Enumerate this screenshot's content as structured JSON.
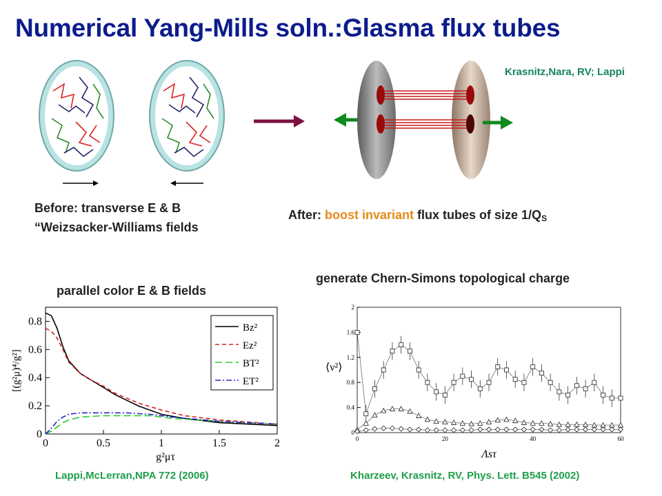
{
  "slide": {
    "title": "Numerical Yang-Mills soln.:Glasma flux tubes",
    "credit": "Krasnitz,Nara, RV; Lappi",
    "before_line1": "Before: transverse E & B",
    "before_line2": "“Weizsacker-Williams fields",
    "after_prefix": "After: ",
    "after_highlight": "boost invariant",
    "after_suffix": " flux tubes of size 1/Q",
    "after_subscript": "S",
    "left_plot_title": "parallel color E & B fields",
    "right_plot_title": "generate Chern-Simons topological charge",
    "left_ref": "Lappi,McLerran,NPA 772 (2006)",
    "right_ref": "Kharzeev, Krasnitz, RV, Phys. Lett. B545 (2002)"
  },
  "colors": {
    "title": "#0d1c8c",
    "credit": "#17835f",
    "highlight": "#e48a1c",
    "ref": "#1e9e4a",
    "arrow_main": "#7a1040",
    "arrow_boost": "#0e8a1e"
  },
  "chart_data": [
    {
      "type": "line",
      "title": "",
      "xlabel": "g²μτ",
      "ylabel": "[(g²μ)⁴/g²]",
      "xlim": [
        0,
        2
      ],
      "ylim": [
        0,
        0.9
      ],
      "x_ticks": [
        "0",
        "0.5",
        "1",
        "1.5",
        "2"
      ],
      "y_ticks": [
        "0",
        "0.2",
        "0.4",
        "0.6",
        "0.8"
      ],
      "legend_position": "top-right",
      "series": [
        {
          "name": "Bz²",
          "color": "#000000",
          "dash": "",
          "x": [
            0,
            0.05,
            0.1,
            0.15,
            0.2,
            0.3,
            0.4,
            0.5,
            0.6,
            0.8,
            1.0,
            1.2,
            1.5,
            2.0
          ],
          "y": [
            0.86,
            0.84,
            0.75,
            0.62,
            0.52,
            0.43,
            0.38,
            0.33,
            0.28,
            0.2,
            0.14,
            0.11,
            0.08,
            0.06
          ]
        },
        {
          "name": "Ez²",
          "color": "#d22020",
          "dash": "6,4",
          "x": [
            0,
            0.05,
            0.1,
            0.15,
            0.2,
            0.3,
            0.4,
            0.5,
            0.6,
            0.8,
            1.0,
            1.2,
            1.5,
            2.0
          ],
          "y": [
            0.75,
            0.73,
            0.68,
            0.6,
            0.51,
            0.43,
            0.38,
            0.34,
            0.29,
            0.22,
            0.17,
            0.13,
            0.1,
            0.07
          ]
        },
        {
          "name": "BT²",
          "color": "#2ecc2e",
          "dash": "10,5",
          "x": [
            0,
            0.05,
            0.1,
            0.15,
            0.2,
            0.3,
            0.5,
            0.7,
            0.9,
            1.1,
            1.5,
            2.0
          ],
          "y": [
            0,
            0.02,
            0.05,
            0.08,
            0.1,
            0.12,
            0.13,
            0.13,
            0.13,
            0.11,
            0.09,
            0.07
          ]
        },
        {
          "name": "ET²",
          "color": "#2424cc",
          "dash": "8,3,2,3",
          "x": [
            0,
            0.05,
            0.1,
            0.15,
            0.2,
            0.3,
            0.5,
            0.7,
            0.9,
            1.1,
            1.5,
            2.0
          ],
          "y": [
            0,
            0.04,
            0.09,
            0.12,
            0.14,
            0.15,
            0.15,
            0.15,
            0.14,
            0.12,
            0.09,
            0.07
          ]
        }
      ]
    },
    {
      "type": "scatter",
      "title": "",
      "xlabel": "Λsτ",
      "ylabel": "⟨ν²⟩",
      "xlim": [
        0,
        60
      ],
      "ylim": [
        0,
        2
      ],
      "x_ticks": [
        "0",
        "20",
        "40",
        "60"
      ],
      "y_ticks": [
        "0",
        "0.4",
        "0.8",
        "1.2",
        "1.6",
        "2"
      ],
      "series": [
        {
          "name": "",
          "marker": "square",
          "x": [
            0,
            2,
            4,
            6,
            8,
            10,
            12,
            14,
            16,
            18,
            20,
            22,
            24,
            26,
            28,
            30,
            32,
            34,
            36,
            38,
            40,
            42,
            44,
            46,
            48,
            50,
            52,
            54,
            56,
            58,
            60
          ],
          "y": [
            1.6,
            0.3,
            0.7,
            1.0,
            1.3,
            1.4,
            1.3,
            1.0,
            0.8,
            0.65,
            0.6,
            0.8,
            0.9,
            0.85,
            0.7,
            0.8,
            1.05,
            1.0,
            0.85,
            0.8,
            1.05,
            0.95,
            0.8,
            0.65,
            0.6,
            0.75,
            0.7,
            0.8,
            0.6,
            0.55,
            0.55
          ]
        },
        {
          "name": "",
          "marker": "triangle",
          "x": [
            0,
            2,
            4,
            6,
            8,
            10,
            12,
            14,
            16,
            18,
            20,
            22,
            24,
            26,
            28,
            30,
            32,
            34,
            36,
            38,
            40,
            42,
            44,
            46,
            48,
            50,
            52,
            54,
            56,
            58,
            60
          ],
          "y": [
            0.05,
            0.15,
            0.28,
            0.35,
            0.38,
            0.38,
            0.34,
            0.27,
            0.21,
            0.18,
            0.17,
            0.16,
            0.15,
            0.14,
            0.15,
            0.17,
            0.2,
            0.21,
            0.19,
            0.16,
            0.15,
            0.15,
            0.14,
            0.13,
            0.13,
            0.13,
            0.13,
            0.12,
            0.12,
            0.12,
            0.12
          ]
        },
        {
          "name": "",
          "marker": "diamond",
          "x": [
            0,
            2,
            4,
            6,
            8,
            10,
            12,
            14,
            16,
            18,
            20,
            22,
            24,
            26,
            28,
            30,
            32,
            34,
            36,
            38,
            40,
            42,
            44,
            46,
            48,
            50,
            52,
            54,
            56,
            58,
            60
          ],
          "y": [
            0.02,
            0.04,
            0.06,
            0.07,
            0.07,
            0.06,
            0.05,
            0.05,
            0.04,
            0.04,
            0.04,
            0.04,
            0.04,
            0.04,
            0.05,
            0.05,
            0.05,
            0.05,
            0.05,
            0.05,
            0.05,
            0.05,
            0.04,
            0.04,
            0.05,
            0.05,
            0.05,
            0.05,
            0.05,
            0.05,
            0.05
          ]
        }
      ]
    }
  ]
}
